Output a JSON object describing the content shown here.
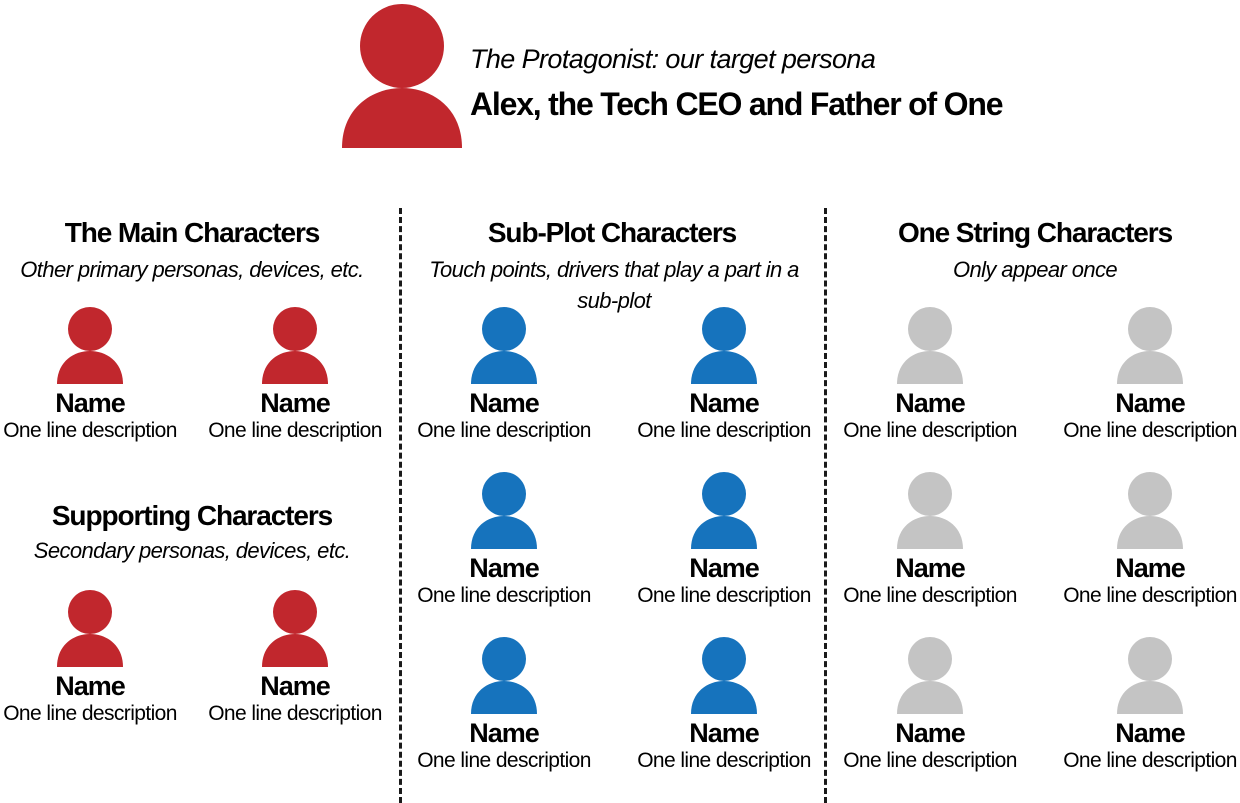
{
  "colors": {
    "red": "#c1272d",
    "blue": "#1673bd",
    "gray": "#c4c4c4"
  },
  "protagonist": {
    "subtitle": "The Protagonist: our target persona",
    "name": "Alex, the Tech CEO and Father of One",
    "icon": "person-icon",
    "color": "red"
  },
  "sections": {
    "main": {
      "title": "The Main Characters",
      "subtitle": "Other primary personas, devices, etc.",
      "color": "red",
      "characters": [
        {
          "name": "Name",
          "description": "One line description"
        },
        {
          "name": "Name",
          "description": "One line description"
        }
      ]
    },
    "supporting": {
      "title": "Supporting Characters",
      "subtitle": "Secondary personas, devices, etc.",
      "color": "red",
      "characters": [
        {
          "name": "Name",
          "description": "One line description"
        },
        {
          "name": "Name",
          "description": "One line description"
        }
      ]
    },
    "subplot": {
      "title": "Sub-Plot Characters",
      "subtitle": "Touch points, drivers that play a part in a sub-plot",
      "color": "blue",
      "characters": [
        {
          "name": "Name",
          "description": "One line description"
        },
        {
          "name": "Name",
          "description": "One line description"
        },
        {
          "name": "Name",
          "description": "One line description"
        },
        {
          "name": "Name",
          "description": "One line description"
        },
        {
          "name": "Name",
          "description": "One line description"
        },
        {
          "name": "Name",
          "description": "One line description"
        }
      ]
    },
    "one_string": {
      "title": "One String Characters",
      "subtitle": "Only appear once",
      "color": "gray",
      "characters": [
        {
          "name": "Name",
          "description": "One line description"
        },
        {
          "name": "Name",
          "description": "One line description"
        },
        {
          "name": "Name",
          "description": "One line description"
        },
        {
          "name": "Name",
          "description": "One line description"
        },
        {
          "name": "Name",
          "description": "One line description"
        },
        {
          "name": "Name",
          "description": "One line description"
        }
      ]
    }
  }
}
